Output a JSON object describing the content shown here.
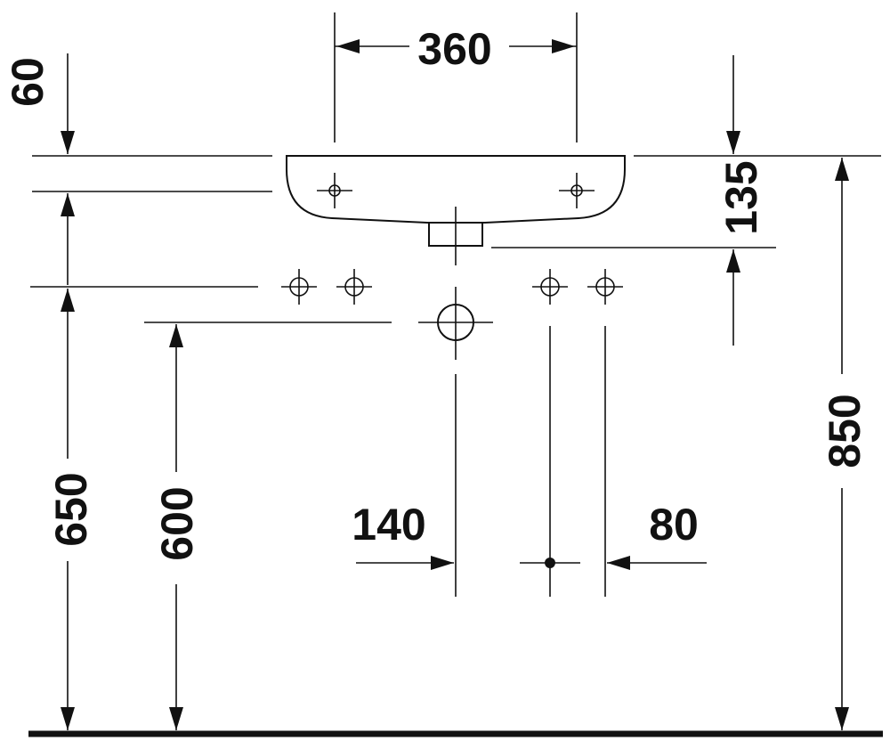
{
  "dimensions": {
    "basin_width": "360",
    "top_offset": "60",
    "basin_depth": "135",
    "total_height": "850",
    "tap_height": "650",
    "waste_height": "600",
    "waste_offset": "140",
    "supply_spacing": "80"
  }
}
